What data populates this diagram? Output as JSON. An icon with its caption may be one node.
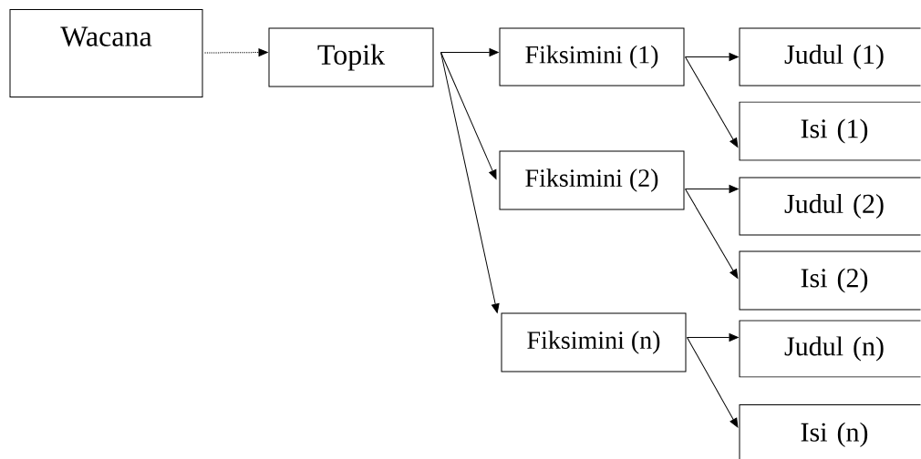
{
  "diagram": {
    "nodes": [
      {
        "text": [
          "Wacana"
        ]
      },
      {
        "text": [
          "Topik"
        ]
      },
      {
        "text": [
          "Fiksimini (1)"
        ]
      },
      {
        "text": [
          "Fiksimini (2)"
        ]
      },
      {
        "text": [
          "Fiksimini (n)"
        ]
      },
      {
        "text": [
          "Judul (1)"
        ]
      },
      {
        "text": [
          "Isi (1)"
        ]
      },
      {
        "text": [
          "Judul (2)"
        ]
      },
      {
        "text": [
          "Isi (2)"
        ]
      },
      {
        "text": [
          "Judul (n)"
        ]
      },
      {
        "text": [
          "Isi (n)"
        ]
      }
    ],
    "edges": [
      {
        "from": 0,
        "to": 1,
        "arrow": "to",
        "style": "dashed"
      },
      {
        "from": 1,
        "to": 2,
        "arrow": "to"
      },
      {
        "from": 1,
        "to": 3,
        "arrow": "to"
      },
      {
        "from": 1,
        "to": 4,
        "arrow": "to"
      },
      {
        "from": 2,
        "to": 5,
        "arrow": "to"
      },
      {
        "from": 2,
        "to": 6,
        "arrow": "to"
      },
      {
        "from": 3,
        "to": 7,
        "arrow": "to"
      },
      {
        "from": 3,
        "to": 8,
        "arrow": "to"
      },
      {
        "from": 4,
        "to": 9,
        "arrow": "to"
      },
      {
        "from": 4,
        "to": 10,
        "arrow": "to"
      }
    ]
  }
}
